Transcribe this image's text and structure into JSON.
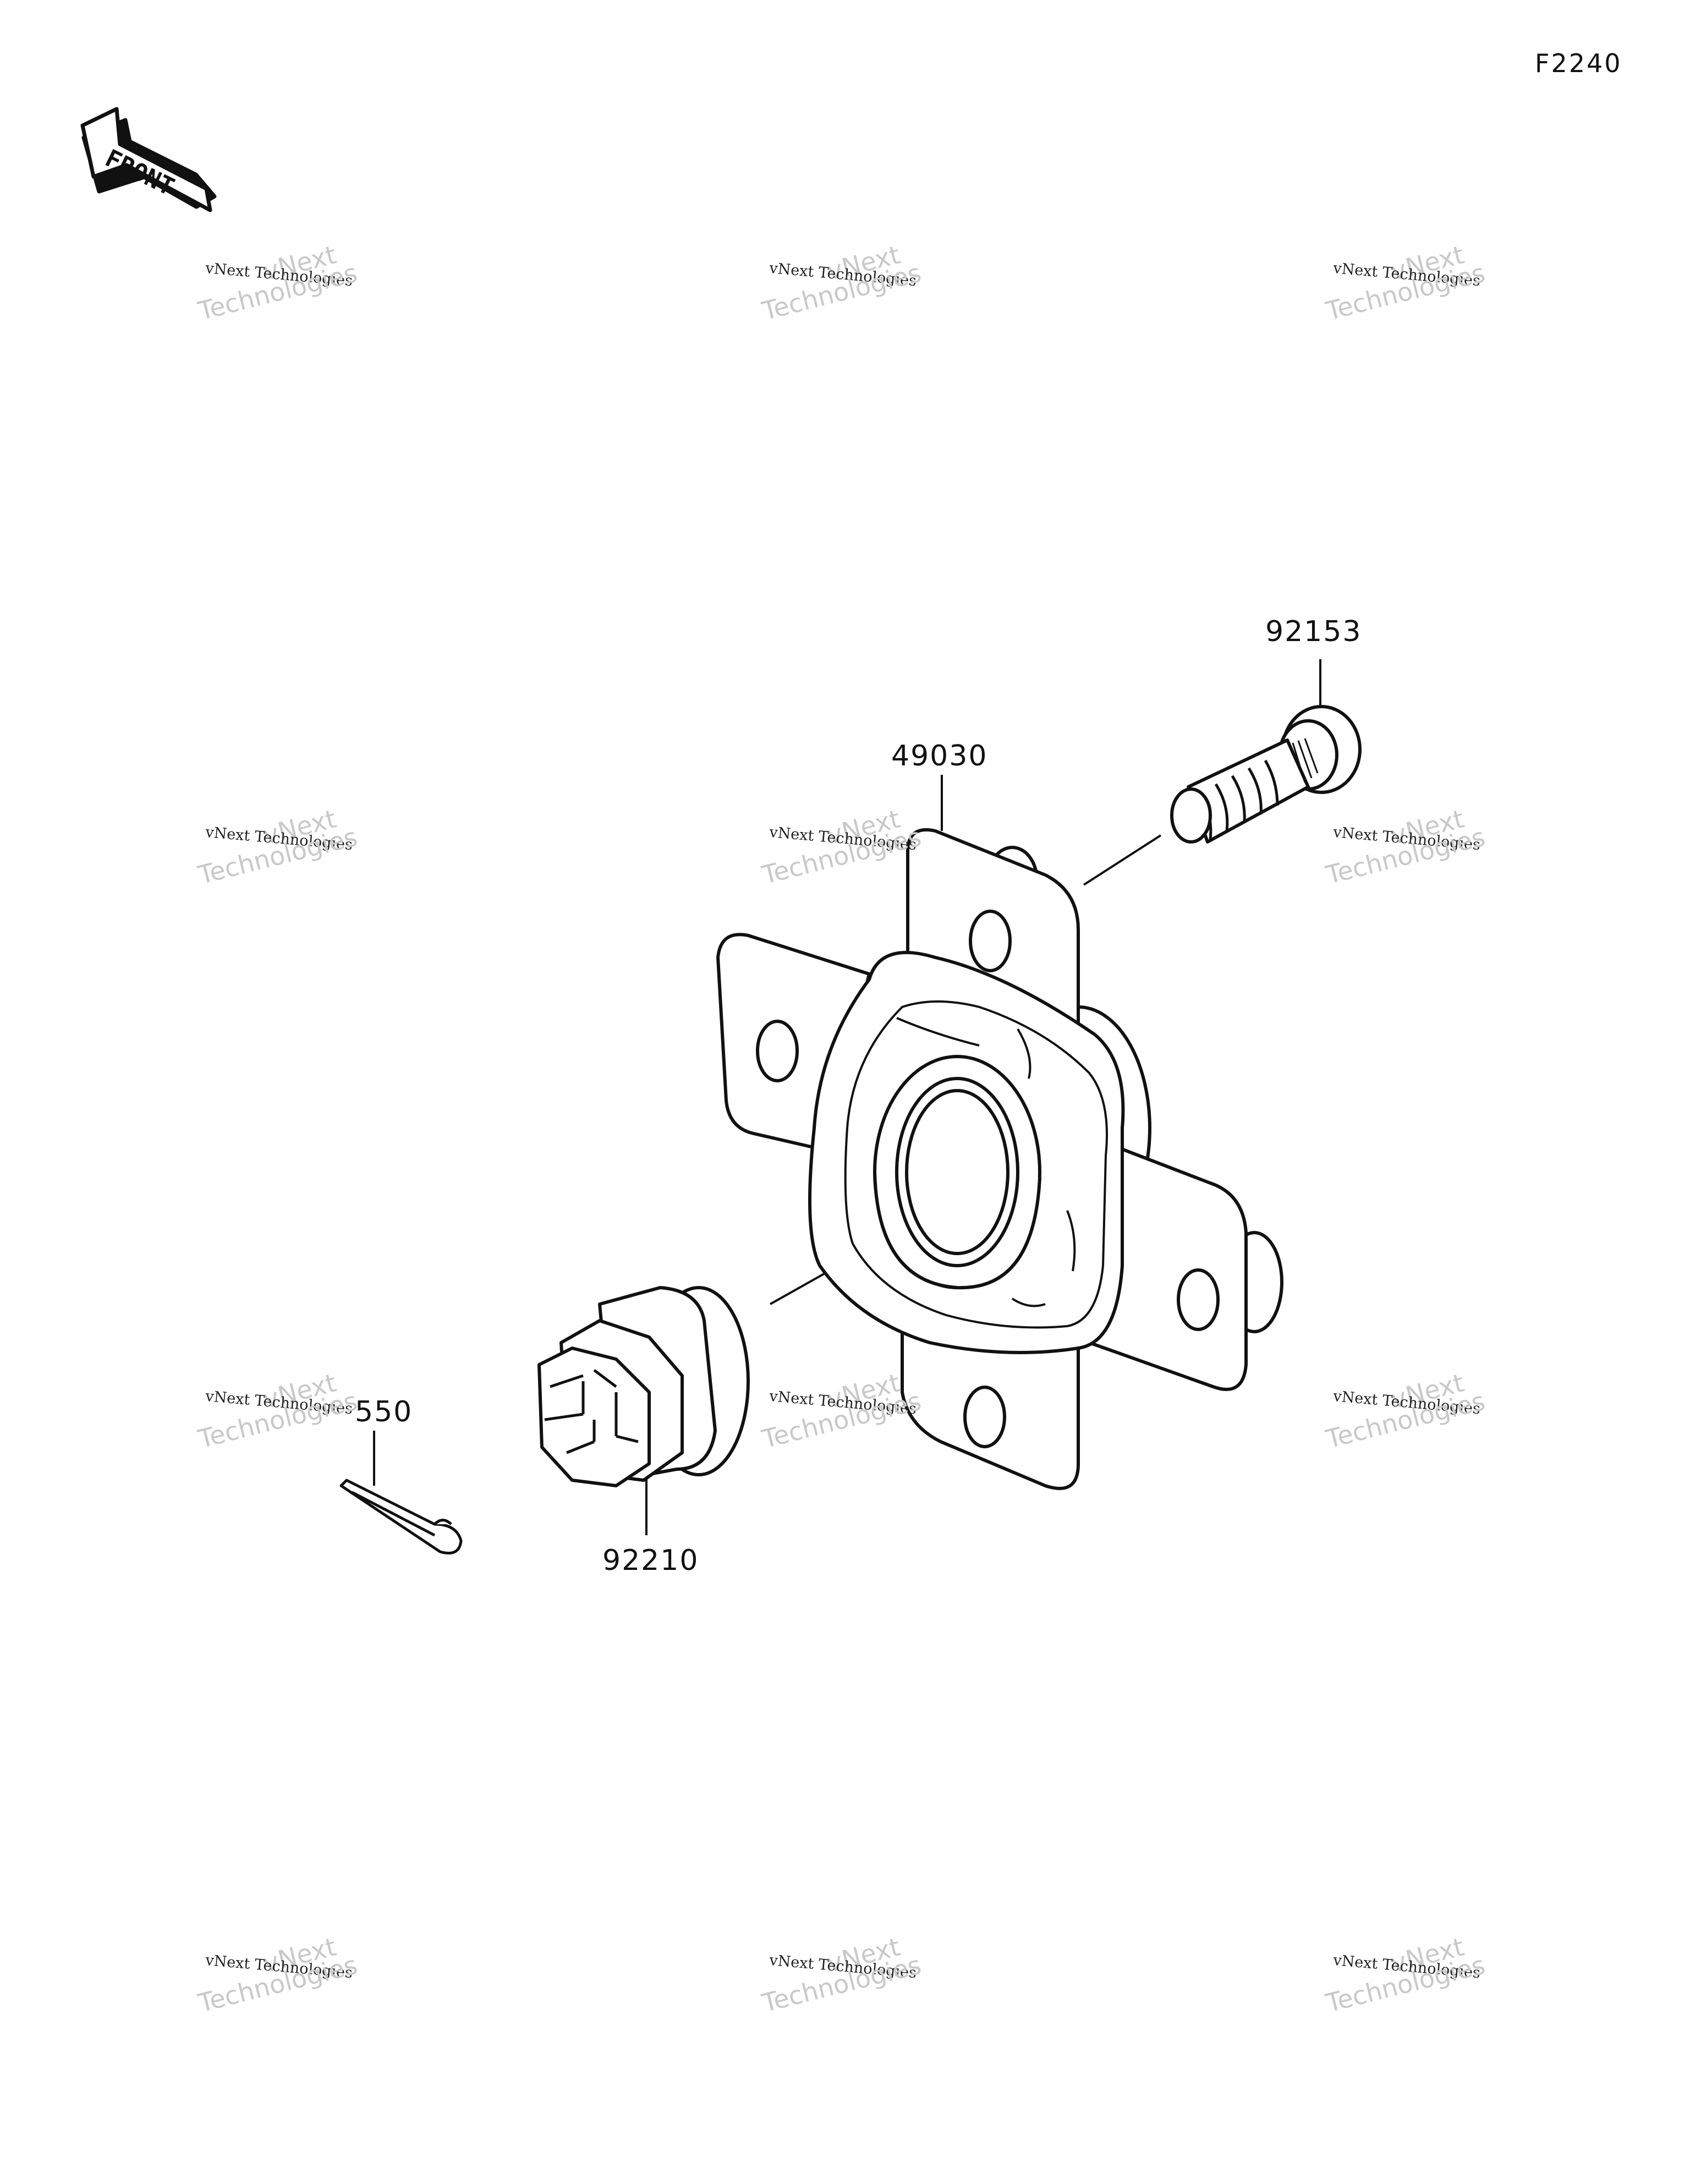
{
  "figure_id": "F2240",
  "direction_indicator": {
    "label": "FRONT",
    "icon": "front-arrow-icon"
  },
  "callouts": [
    {
      "id": "part-92153",
      "label": "92153"
    },
    {
      "id": "part-49030",
      "label": "49030"
    },
    {
      "id": "part-550",
      "label": "550"
    },
    {
      "id": "part-92210",
      "label": "92210"
    }
  ],
  "parts": [
    {
      "ref": "49030",
      "icon": "hub-flange-icon"
    },
    {
      "ref": "92153",
      "icon": "wheel-stud-bolt-icon"
    },
    {
      "ref": "92210",
      "icon": "castle-nut-icon"
    },
    {
      "ref": "550",
      "icon": "cotter-pin-icon"
    }
  ],
  "watermark": {
    "line_small": "vNext Technologies",
    "line_big_1": "vNext",
    "line_big_2": "Technologies"
  },
  "colors": {
    "line": "#111111",
    "watermark_text": "#222222",
    "watermark_ghost": "#c9c9c9",
    "background": "#ffffff"
  }
}
